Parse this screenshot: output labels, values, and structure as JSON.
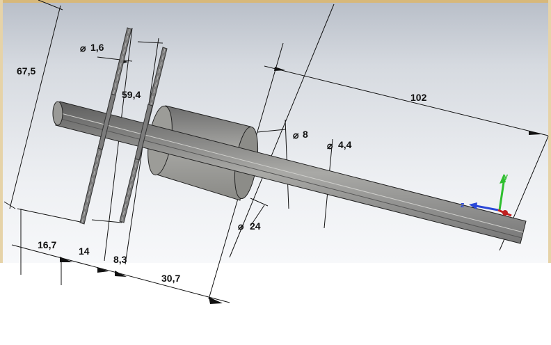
{
  "dimensions": {
    "d1": "67,5",
    "d2": "1,6",
    "d3": "59,4",
    "d4": "102",
    "d5": "8",
    "d6": "4,4",
    "d7": "24",
    "d8": "16,7",
    "d9": "14",
    "d10": "8,3",
    "d11": "30,7"
  },
  "axes": {
    "y": "y",
    "z": "z",
    "y_color": "#2fbf2f",
    "z_color": "#2a48d8",
    "x_color": "#c02020"
  },
  "colors": {
    "frame_top": "#d7b87a",
    "background_light": "#f2f4f8",
    "background_dark": "#b9bfc8"
  }
}
